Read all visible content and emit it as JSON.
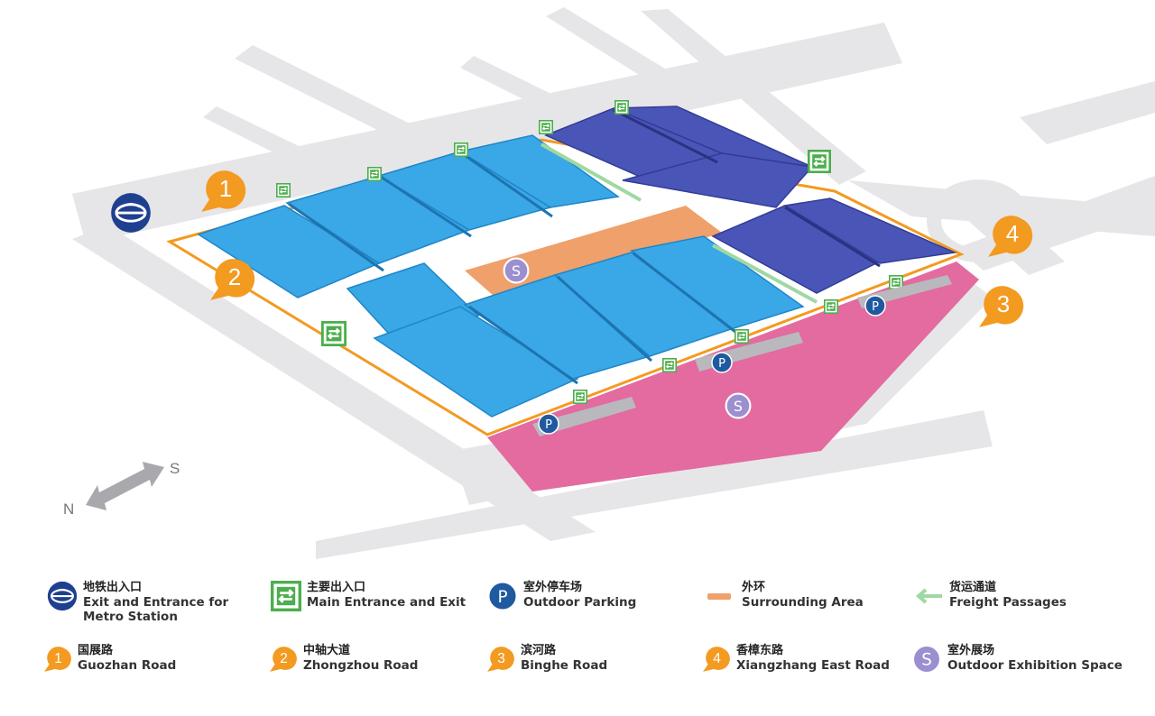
{
  "compass": {
    "north": "N",
    "south": "S"
  },
  "map_symbols": {
    "road_badges": [
      "1",
      "2",
      "3",
      "4"
    ],
    "parking_symbol": "P",
    "exhibition_symbol": "S"
  },
  "colors": {
    "hall_light": "#3aa7e6",
    "hall_dark": "#4a55b8",
    "surrounding_area": "#f0a06a",
    "outdoor_exhibition": "#e36b9f",
    "road": "#e6e6e8",
    "badge_orange": "#f39a21",
    "entrance_green": "#4cae4c",
    "parking_blue": "#1f5aa0",
    "metro_blue": "#1f3f8f"
  },
  "legend": [
    {
      "icon": "metro-icon",
      "cn": "地铁出入口",
      "en": [
        "Exit and Entrance for",
        "Metro Station"
      ]
    },
    {
      "icon": "entrance-exit-icon",
      "cn": "主要出入口",
      "en": [
        "Main Entrance and Exit"
      ]
    },
    {
      "icon": "parking-icon",
      "cn": "室外停车场",
      "en": [
        "Outdoor Parking"
      ]
    },
    {
      "icon": "surrounding-area-icon",
      "cn": "外环",
      "en": [
        "Surrounding Area"
      ]
    },
    {
      "icon": "freight-arrow-icon",
      "cn": "货运通道",
      "en": [
        "Freight Passages"
      ]
    },
    {
      "icon": "road-badge-1-icon",
      "badge": "1",
      "cn": "国展路",
      "en": [
        "Guozhan Road"
      ]
    },
    {
      "icon": "road-badge-2-icon",
      "badge": "2",
      "cn": "中轴大道",
      "en": [
        "Zhongzhou Road"
      ]
    },
    {
      "icon": "road-badge-3-icon",
      "badge": "3",
      "cn": "滨河路",
      "en": [
        "Binghe Road"
      ]
    },
    {
      "icon": "road-badge-4-icon",
      "badge": "4",
      "cn": "香樟东路",
      "en": [
        "Xiangzhang East Road"
      ]
    },
    {
      "icon": "outdoor-exhibition-icon",
      "badge": "S",
      "cn": "室外展场",
      "en": [
        "Outdoor Exhibition Space"
      ]
    }
  ]
}
